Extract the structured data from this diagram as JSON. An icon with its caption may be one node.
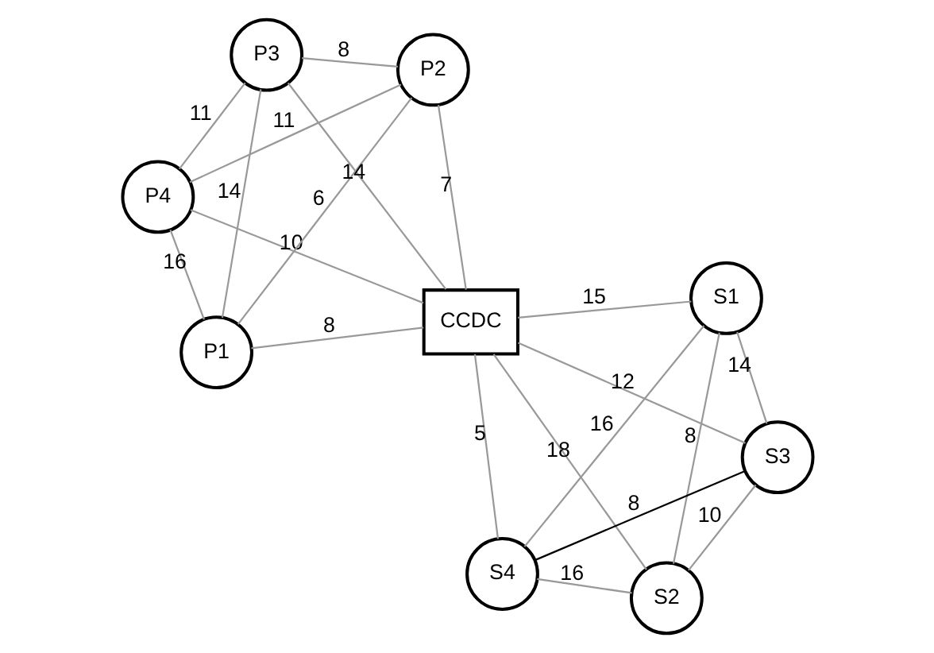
{
  "diagram": {
    "nodes": [
      {
        "text": [
          "S1"
        ]
      },
      {
        "text": [
          "S2"
        ]
      },
      {
        "text": [
          "S3"
        ]
      },
      {
        "text": [
          "S4"
        ]
      },
      {
        "text": [
          "CCDC"
        ]
      },
      {
        "text": [
          "P1"
        ]
      },
      {
        "text": [
          "P2"
        ]
      },
      {
        "text": [
          "P3"
        ]
      },
      {
        "text": [
          "P4"
        ]
      }
    ],
    "edges": [
      {
        "from": 0,
        "to": 1,
        "arrow": "none",
        "label": "8"
      },
      {
        "from": 0,
        "to": 2,
        "arrow": "none",
        "label": "14"
      },
      {
        "from": 0,
        "to": 3,
        "arrow": "none",
        "label": "16"
      },
      {
        "from": 0,
        "to": 4,
        "arrow": "none",
        "label": "15"
      },
      {
        "from": 1,
        "to": 4,
        "arrow": "none",
        "label": "18"
      },
      {
        "from": 1,
        "to": 3,
        "arrow": "none",
        "label": "16"
      },
      {
        "from": 1,
        "to": 2,
        "arrow": "none",
        "label": "10"
      },
      {
        "from": 2,
        "to": 4,
        "arrow": "none",
        "label": "12"
      },
      {
        "from": 2,
        "to": 3,
        "arrow": "none",
        "label": "8",
        "color": "#000000"
      },
      {
        "from": 3,
        "to": 4,
        "arrow": "none",
        "label": "5"
      },
      {
        "from": 5,
        "to": 4,
        "arrow": "none",
        "label": "8"
      },
      {
        "from": 5,
        "to": 6,
        "arrow": "none",
        "label": "6"
      },
      {
        "from": 5,
        "to": 7,
        "arrow": "none",
        "label": "14"
      },
      {
        "from": 5,
        "to": 8,
        "arrow": "none",
        "label": "16"
      },
      {
        "from": 6,
        "to": 4,
        "arrow": "none",
        "label": "7"
      },
      {
        "from": 6,
        "to": 7,
        "arrow": "none",
        "label": "8"
      },
      {
        "from": 6,
        "to": 8,
        "arrow": "none",
        "label": "11"
      },
      {
        "from": 7,
        "to": 4,
        "arrow": "none",
        "label": "14"
      },
      {
        "from": 7,
        "to": 8,
        "arrow": "none",
        "label": "11"
      },
      {
        "from": 4,
        "to": 8,
        "arrow": "none",
        "label": "10"
      }
    ]
  }
}
